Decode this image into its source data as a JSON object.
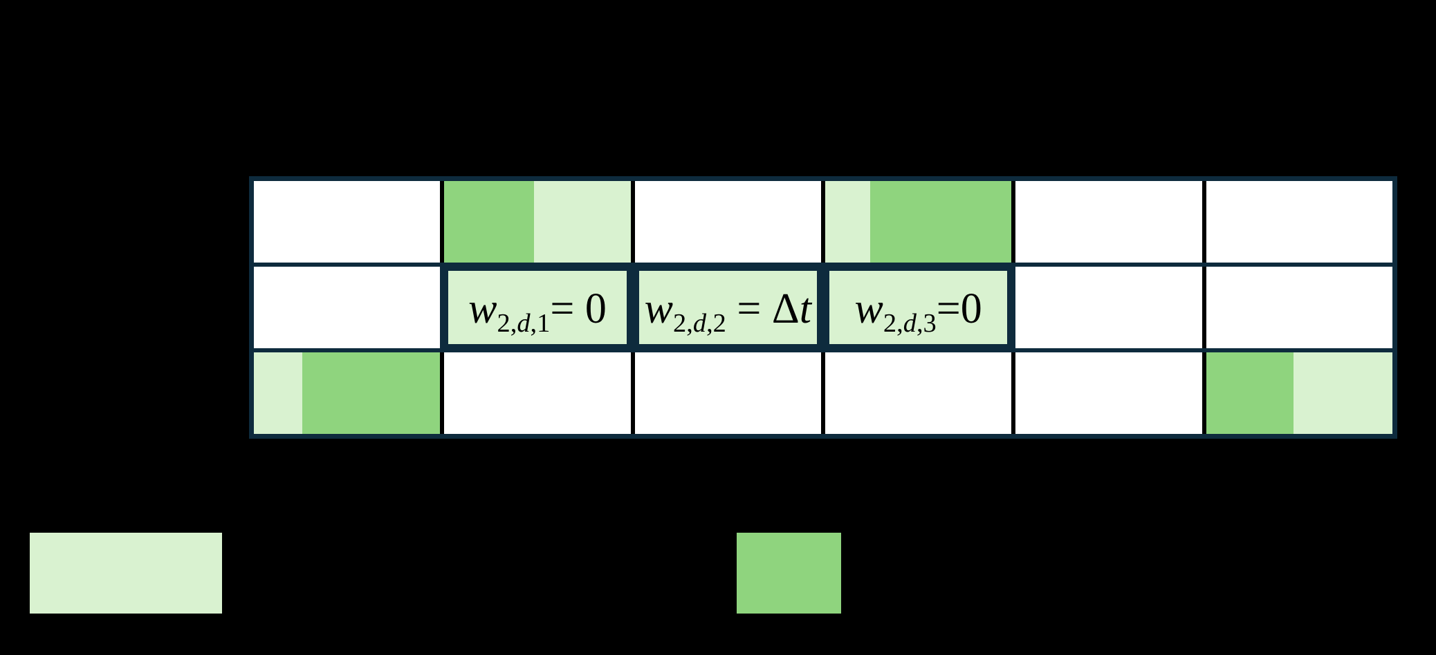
{
  "background": "#000000",
  "colors": {
    "border_navy": "#0e2b3d",
    "cell_white": "#ffffff",
    "light_green": "#d9f2d0",
    "medium_green": "#8fd47e",
    "gap_black": "#000000",
    "formula_text": "#000000"
  },
  "table": {
    "rows": 3,
    "cols": 6,
    "split_cells": [
      {
        "row": 1,
        "col": 2,
        "segments": [
          {
            "color_key": "medium_green",
            "fraction": 0.48
          },
          {
            "color_key": "light_green",
            "fraction": 0.52
          }
        ]
      },
      {
        "row": 1,
        "col": 4,
        "segments": [
          {
            "color_key": "light_green",
            "fraction": 0.24
          },
          {
            "color_key": "medium_green",
            "fraction": 0.76
          }
        ]
      },
      {
        "row": 3,
        "col": 1,
        "segments": [
          {
            "color_key": "light_green",
            "fraction": 0.26
          },
          {
            "color_key": "medium_green",
            "fraction": 0.74
          }
        ]
      },
      {
        "row": 3,
        "col": 6,
        "segments": [
          {
            "color_key": "medium_green",
            "fraction": 0.47
          },
          {
            "color_key": "light_green",
            "fraction": 0.53
          }
        ]
      }
    ],
    "formulas": [
      {
        "row": 2,
        "col": 2,
        "base": "w",
        "sub_pre": "2,",
        "sub_it": "d",
        "sub_post": ",1",
        "eq_pre": "= 0",
        "eq_it": ""
      },
      {
        "row": 2,
        "col": 3,
        "base": "w",
        "sub_pre": "2,",
        "sub_it": "d",
        "sub_post": ",2",
        "eq_pre": " = Δ",
        "eq_it": "t"
      },
      {
        "row": 2,
        "col": 4,
        "base": "w",
        "sub_pre": "2,",
        "sub_it": "d",
        "sub_post": ",3",
        "eq_pre": "=0",
        "eq_it": ""
      }
    ]
  },
  "legend": {
    "items": [
      {
        "name": "light-green-swatch",
        "color_key": "light_green"
      },
      {
        "name": "medium-green-swatch",
        "color_key": "medium_green"
      }
    ]
  }
}
